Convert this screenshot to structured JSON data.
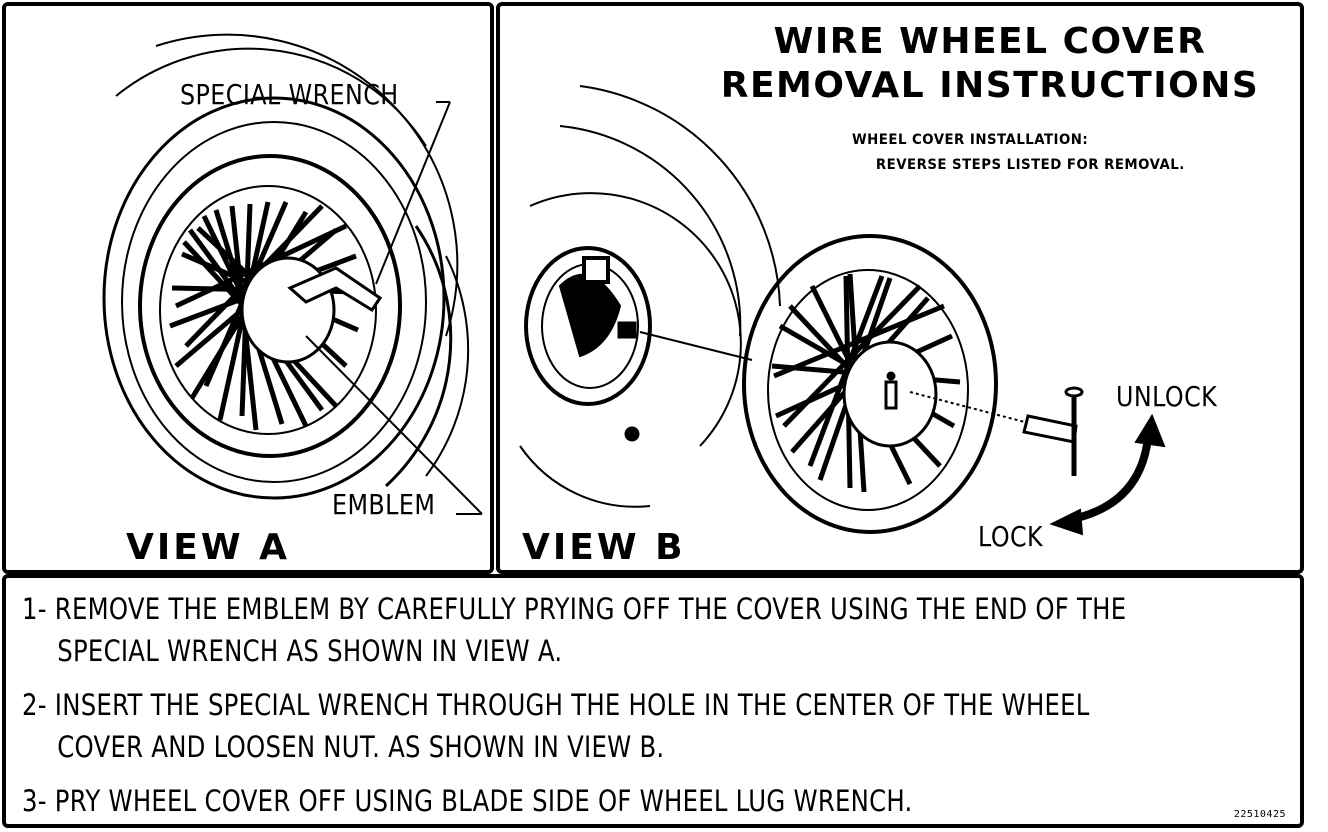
{
  "title": {
    "line1": "WIRE WHEEL COVER",
    "line2": "REMOVAL INSTRUCTIONS"
  },
  "installation_note": {
    "line1": "WHEEL COVER INSTALLATION:",
    "line2": "REVERSE STEPS LISTED FOR REMOVAL."
  },
  "view_a": {
    "label": "VIEW A",
    "callouts": {
      "special_wrench": "SPECIAL WRENCH",
      "emblem": "EMBLEM"
    }
  },
  "view_b": {
    "label": "VIEW B",
    "callouts": {
      "unlock": "UNLOCK",
      "lock": "LOCK"
    }
  },
  "steps": [
    {
      "number": "1-",
      "line1": "REMOVE THE EMBLEM BY CAREFULLY PRYING OFF THE COVER USING THE END OF THE",
      "line2": "SPECIAL WRENCH AS SHOWN IN VIEW A."
    },
    {
      "number": "2-",
      "line1": "INSERT THE SPECIAL WRENCH THROUGH THE HOLE IN THE CENTER OF THE WHEEL",
      "line2": "COVER AND LOOSEN NUT.  AS SHOWN IN VIEW B."
    },
    {
      "number": "3-",
      "line1": "PRY WHEEL COVER OFF USING BLADE SIDE OF WHEEL LUG WRENCH.",
      "line2": ""
    }
  ],
  "part_number": "22510425"
}
